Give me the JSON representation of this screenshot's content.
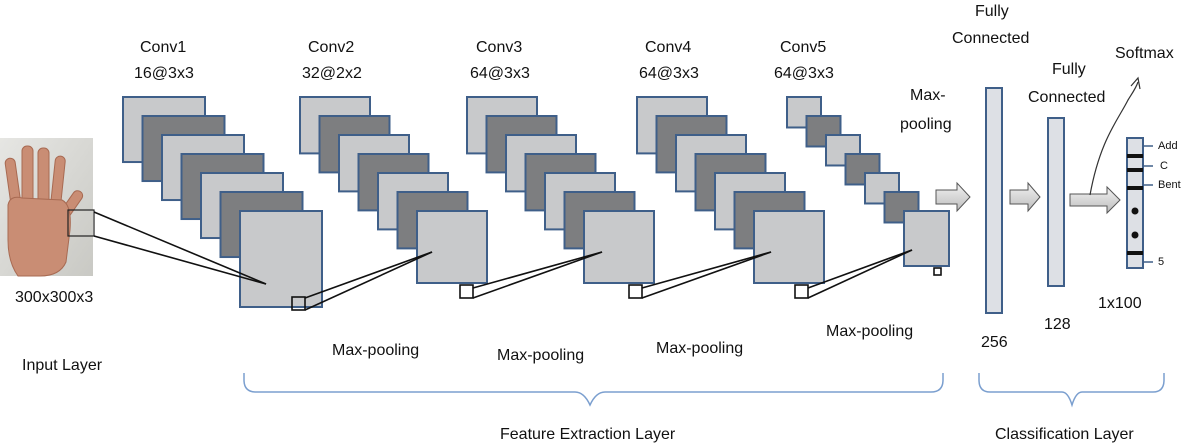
{
  "input": {
    "size_label": "300x300x3",
    "layer_label": "Input Layer"
  },
  "conv_layers": [
    {
      "name": "Conv1",
      "shape": "16@3x3"
    },
    {
      "name": "Conv2",
      "shape": "32@2x2"
    },
    {
      "name": "Conv3",
      "shape": "64@3x3"
    },
    {
      "name": "Conv4",
      "shape": "64@3x3"
    },
    {
      "name": "Conv5",
      "shape": "64@3x3"
    }
  ],
  "pooling_labels": [
    "Max-pooling",
    "Max-pooling",
    "Max-pooling",
    "Max-pooling"
  ],
  "max_pool_label": {
    "line1": "Max-",
    "line2": "pooling"
  },
  "fc1": {
    "line1": "Fully",
    "line2": "Connected",
    "size": "256"
  },
  "fc2": {
    "line1": "Fully",
    "line2": "Connected",
    "size": "128"
  },
  "output": {
    "softmax_label": "Softmax",
    "size": "1x100",
    "classes": [
      "Add",
      "C",
      "Bent",
      "5"
    ]
  },
  "groups": {
    "feature_extraction": "Feature Extraction Layer",
    "classification": "Classification Layer"
  },
  "colors": {
    "map_light": "#c8c9cb",
    "map_dark": "#7d7e80",
    "map_border": "#3f5f89",
    "bracket": "#7b9fcf"
  }
}
